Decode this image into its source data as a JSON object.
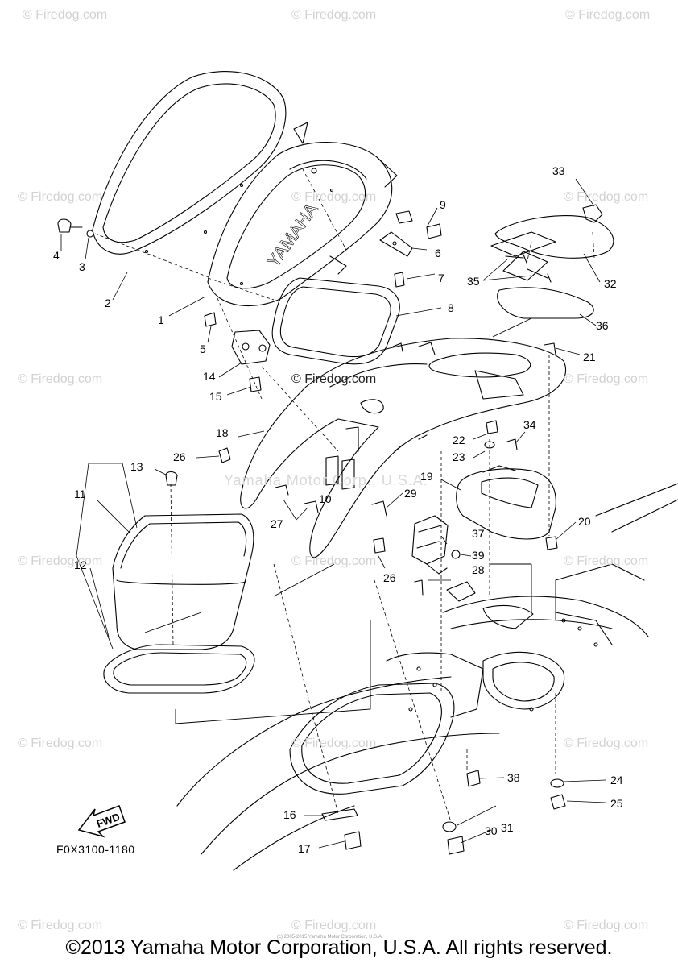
{
  "watermarks": {
    "corner": "© Firedog.com",
    "center": "© Firedog.com",
    "faint": "Yamaha Motor Corp., U.S.A."
  },
  "diagram_code": "F0X3100-1180",
  "fwd_label": "FWD",
  "copyright": "©2013 Yamaha Motor Corporation, U.S.A. All rights reserved.",
  "tiny_note": "(c) 2005-2015 Yamaha Motor Corporation, U.S.A.",
  "callouts": [
    "1",
    "2",
    "3",
    "4",
    "5",
    "6",
    "7",
    "8",
    "9",
    "10",
    "11",
    "12",
    "13",
    "14",
    "15",
    "16",
    "17",
    "18",
    "19",
    "20",
    "21",
    "22",
    "23",
    "24",
    "25",
    "26",
    "26",
    "27",
    "28",
    "29",
    "30",
    "31",
    "32",
    "33",
    "34",
    "35",
    "36",
    "37",
    "38",
    "39"
  ],
  "colors": {
    "line": "#000000",
    "watermark": "#d2d2d2",
    "background": "#ffffff"
  }
}
